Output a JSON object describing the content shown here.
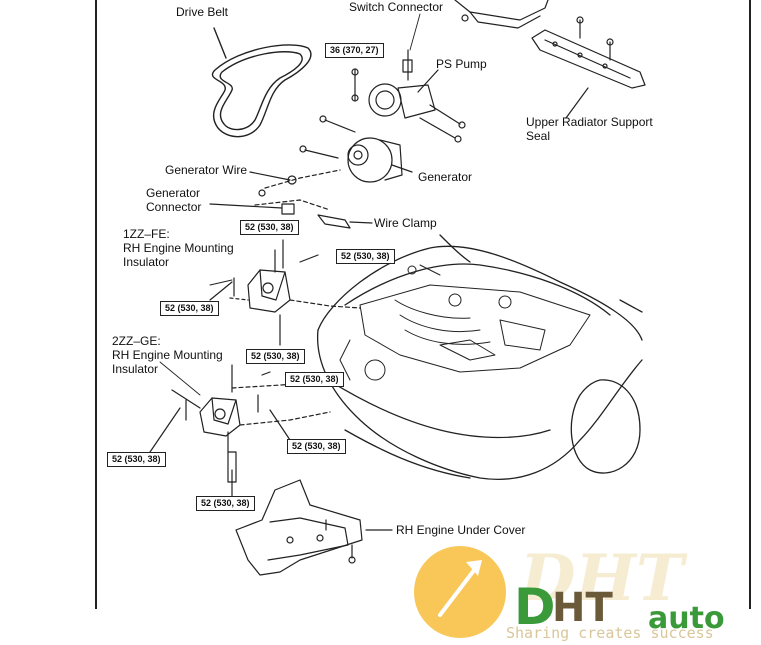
{
  "labels": {
    "drive_belt": "Drive Belt",
    "switch_connector": "Switch  Connector",
    "ps_pump": "PS Pump",
    "upper_radiator_support_seal": "Upper Radiator Support\nSeal",
    "generator_wire": "Generator Wire",
    "generator_connector": "Generator\nConnector",
    "generator": "Generator",
    "wire_clamp": "Wire Clamp",
    "section_1zz": "1ZZ–FE:\nRH Engine Mounting\nInsulator",
    "section_2zz": "2ZZ–GE:\nRH Engine Mounting\nInsulator",
    "rh_engine_under_cover": "RH Engine Under Cover"
  },
  "torque_specs": {
    "ps_pump_bolt": "36 (370, 27)",
    "mount_1zz_top": "52 (530, 38)",
    "mount_1zz_right": "52 (530, 38)",
    "mount_1zz_left": "52 (530, 38)",
    "mount_1zz_bottom": "52 (530, 38)",
    "mount_2zz_top": "52 (530, 38)",
    "mount_2zz_right": "52 (530, 38)",
    "mount_2zz_left": "52 (530, 38)",
    "mount_2zz_bottom": "52 (530, 38)"
  },
  "watermark": {
    "logo_letters": "DHT",
    "brand": "auto",
    "slogan": "Sharing creates success",
    "colors": {
      "orange": "#f5b82e",
      "green": "#3a9a3a",
      "slogan": "#d9c79a"
    }
  }
}
